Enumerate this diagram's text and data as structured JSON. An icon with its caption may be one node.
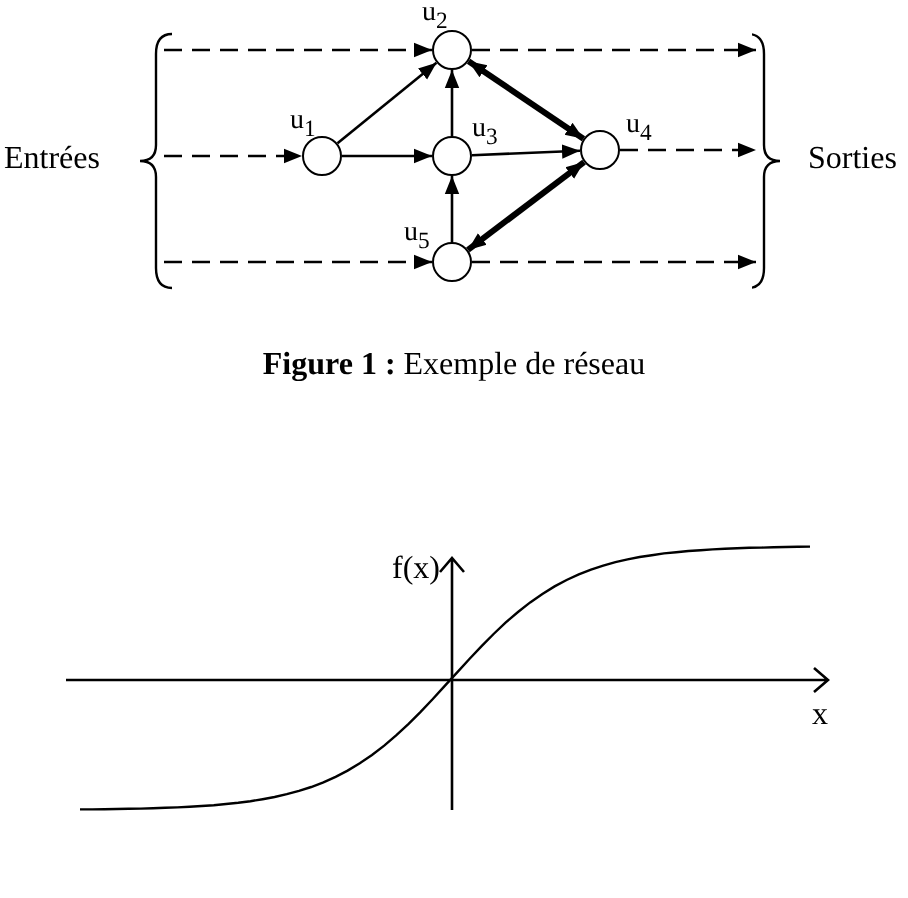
{
  "diagram": {
    "caption": "**Figure 1 :** Exemple de réseau",
    "nodes": [
      {
        "text": [],
        "shape": "circle",
        "beside": [
          "u$_{1}$"
        ]
      },
      {
        "text": [],
        "shape": "circle",
        "beside": [
          "u$_{2}$"
        ]
      },
      {
        "text": [],
        "shape": "circle",
        "beside": [
          "u$_{3}$"
        ]
      },
      {
        "text": [],
        "shape": "circle",
        "beside": [
          "u$_{4}$"
        ]
      },
      {
        "text": [],
        "shape": "circle",
        "beside": [
          "u$_{5}$"
        ]
      },
      {
        "text": [
          "Entrées"
        ]
      },
      {
        "text": [
          "Sorties"
        ]
      }
    ],
    "edges": [
      {
        "from": 5,
        "to": 1,
        "arrow": "to",
        "style": "dashed"
      },
      {
        "from": 5,
        "to": 0,
        "arrow": "to",
        "style": "dashed"
      },
      {
        "from": 5,
        "to": 4,
        "arrow": "to",
        "style": "dashed"
      },
      {
        "from": 1,
        "to": 6,
        "arrow": "to",
        "style": "dashed"
      },
      {
        "from": 3,
        "to": 6,
        "arrow": "to",
        "style": "dashed"
      },
      {
        "from": 4,
        "to": 6,
        "arrow": "to",
        "style": "dashed"
      },
      {
        "from": 0,
        "to": 1,
        "arrow": "to"
      },
      {
        "from": 0,
        "to": 2,
        "arrow": "to"
      },
      {
        "from": 2,
        "to": 1,
        "arrow": "to"
      },
      {
        "from": 2,
        "to": 3,
        "arrow": "to"
      },
      {
        "from": 4,
        "to": 2,
        "arrow": "to"
      },
      {
        "from": 1,
        "to": 3,
        "arrow": "both",
        "style": "thick"
      },
      {
        "from": 4,
        "to": 3,
        "arrow": "both",
        "style": "thick"
      }
    ],
    "labels": [
      "f(x)",
      "x"
    ]
  }
}
